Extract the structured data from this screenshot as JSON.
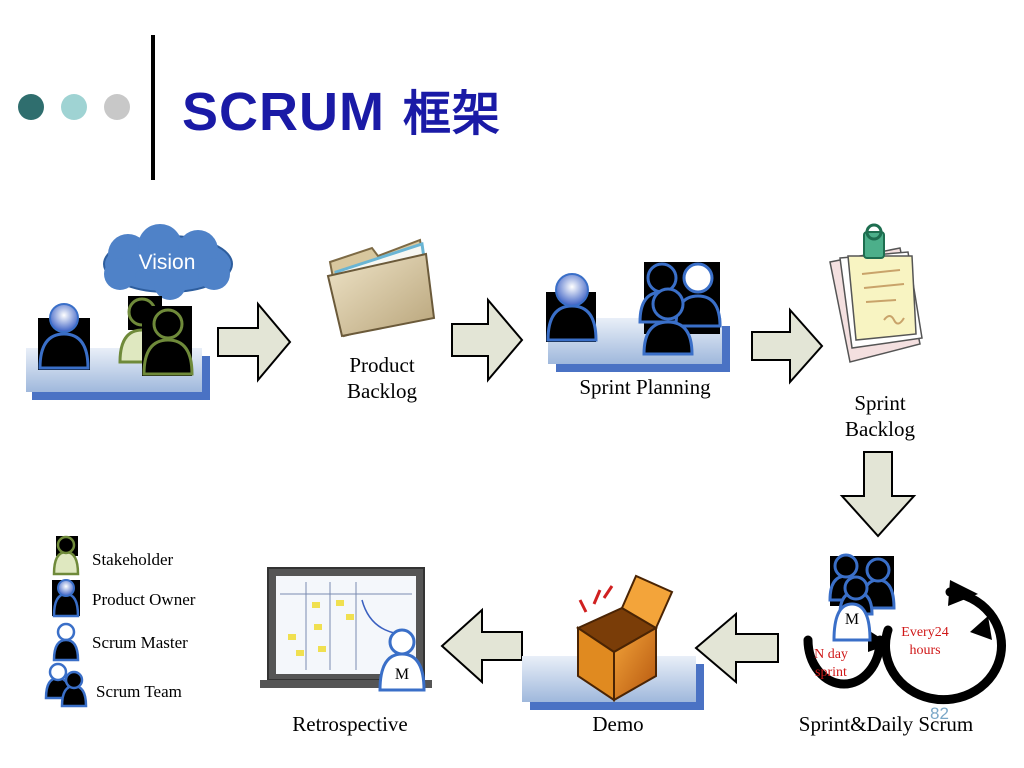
{
  "slide": {
    "title": "SCRUM",
    "title_cjk": "框架",
    "page_number": "82"
  },
  "diagram": {
    "vision_bubble": "Vision",
    "product_backlog": [
      "Product",
      "Backlog"
    ],
    "sprint_planning": "Sprint Planning",
    "sprint_backlog": [
      "Sprint",
      "Backlog"
    ],
    "sprint_daily_scrum": "Sprint&Daily Scrum",
    "n_day_sprint": [
      "N day",
      "sprint"
    ],
    "every_24_hours": [
      "Every24",
      "hours"
    ],
    "scrum_master_badge": "M",
    "demo": "Demo",
    "retrospective": "Retrospective"
  },
  "legend": {
    "items": [
      {
        "label": "Stakeholder",
        "icon": "stakeholder-icon"
      },
      {
        "label": "Product Owner",
        "icon": "product-owner-icon"
      },
      {
        "label": "Scrum Master",
        "icon": "scrum-master-icon"
      },
      {
        "label": "Scrum Team",
        "icon": "scrum-team-icon"
      }
    ]
  },
  "colors": {
    "title": "#1a1aa6",
    "dot1": "#2f6e6e",
    "dot2": "#9fd3d3",
    "dot3": "#c8c8c8",
    "platform": "#b9cce6",
    "platform_shadow": "#4a72c4",
    "arrow_fill": "#e3e5d6",
    "red_text": "#d01818"
  }
}
